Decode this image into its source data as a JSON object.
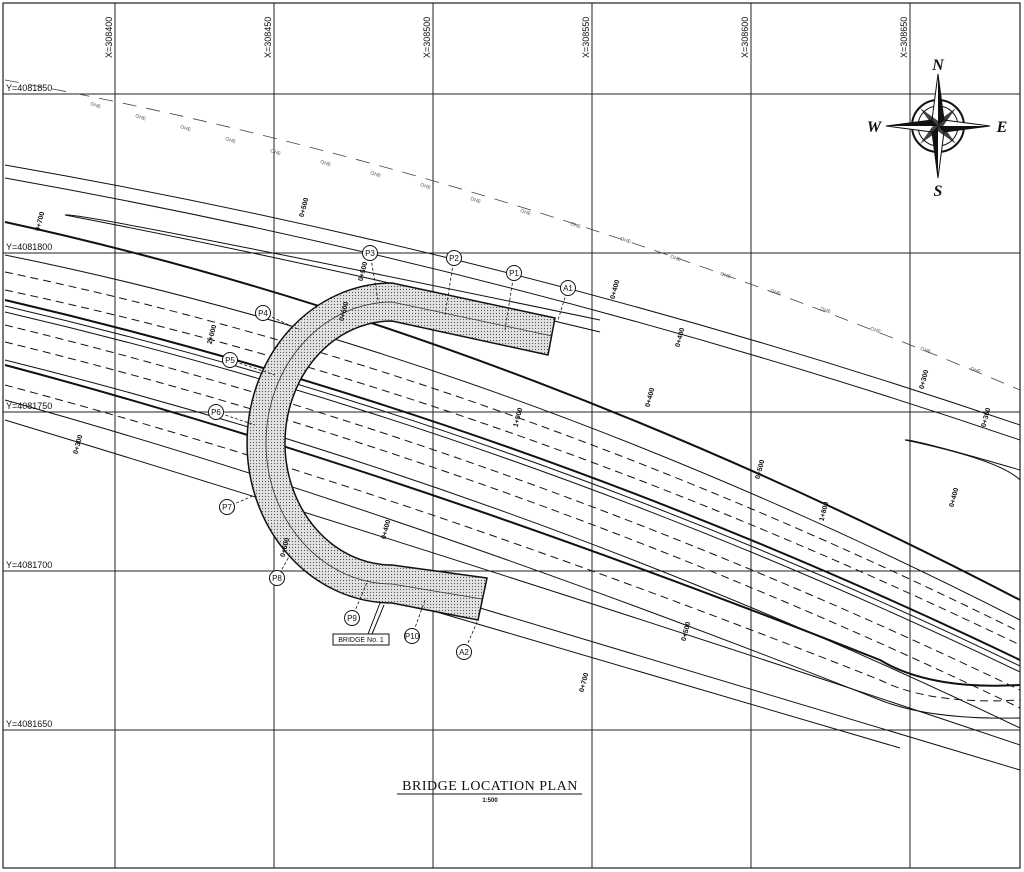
{
  "drawing": {
    "title": "BRIDGE LOCATION PLAN",
    "scale": "1:500",
    "bridge_tag": "BRIDGE No. 1"
  },
  "grid": {
    "x_labels": [
      "X=308400",
      "X=308450",
      "X=308500",
      "X=308550",
      "X=308600",
      "X=308650"
    ],
    "y_labels": [
      "Y=4081850",
      "Y=4081800",
      "Y=4081750",
      "Y=4081700",
      "Y=4081650"
    ]
  },
  "compass": {
    "n": "N",
    "s": "S",
    "e": "E",
    "w": "W"
  },
  "piers": [
    "P1",
    "P2",
    "P3",
    "P4",
    "P5",
    "P6",
    "P7",
    "P8",
    "P9",
    "P10",
    "A1",
    "A2"
  ],
  "chainages": [
    "0+700",
    "0+500",
    "0+500",
    "0+600",
    "2+000",
    "1+900",
    "0+400",
    "0+400",
    "0+400",
    "0+500",
    "1+800",
    "0+300",
    "0+300",
    "0+400",
    "0+500",
    "0+700",
    "0+400",
    "0+600",
    "0+300"
  ],
  "utility_label": "OHE",
  "colors": {
    "line": "#111111",
    "bridge_fill": "#d8d8d8"
  }
}
